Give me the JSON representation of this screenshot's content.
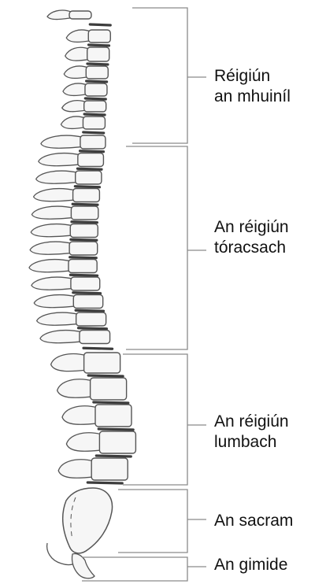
{
  "regions": [
    {
      "id": "cervical",
      "line1": "Réigiún",
      "line2": "an mhuiníl"
    },
    {
      "id": "thoracic",
      "line1": "An réigiún",
      "line2": "tóracsach"
    },
    {
      "id": "lumbar",
      "line1": "An réigiún",
      "line2": "lumbach"
    },
    {
      "id": "sacrum",
      "line1": "An sacram"
    },
    {
      "id": "coccyx",
      "line1": "An gimide"
    }
  ],
  "colors": {
    "bone_fill": "#f6f6f6",
    "bone_stroke": "#555555",
    "disc": "#3c3c3c",
    "bracket": "#8a8a8a"
  }
}
